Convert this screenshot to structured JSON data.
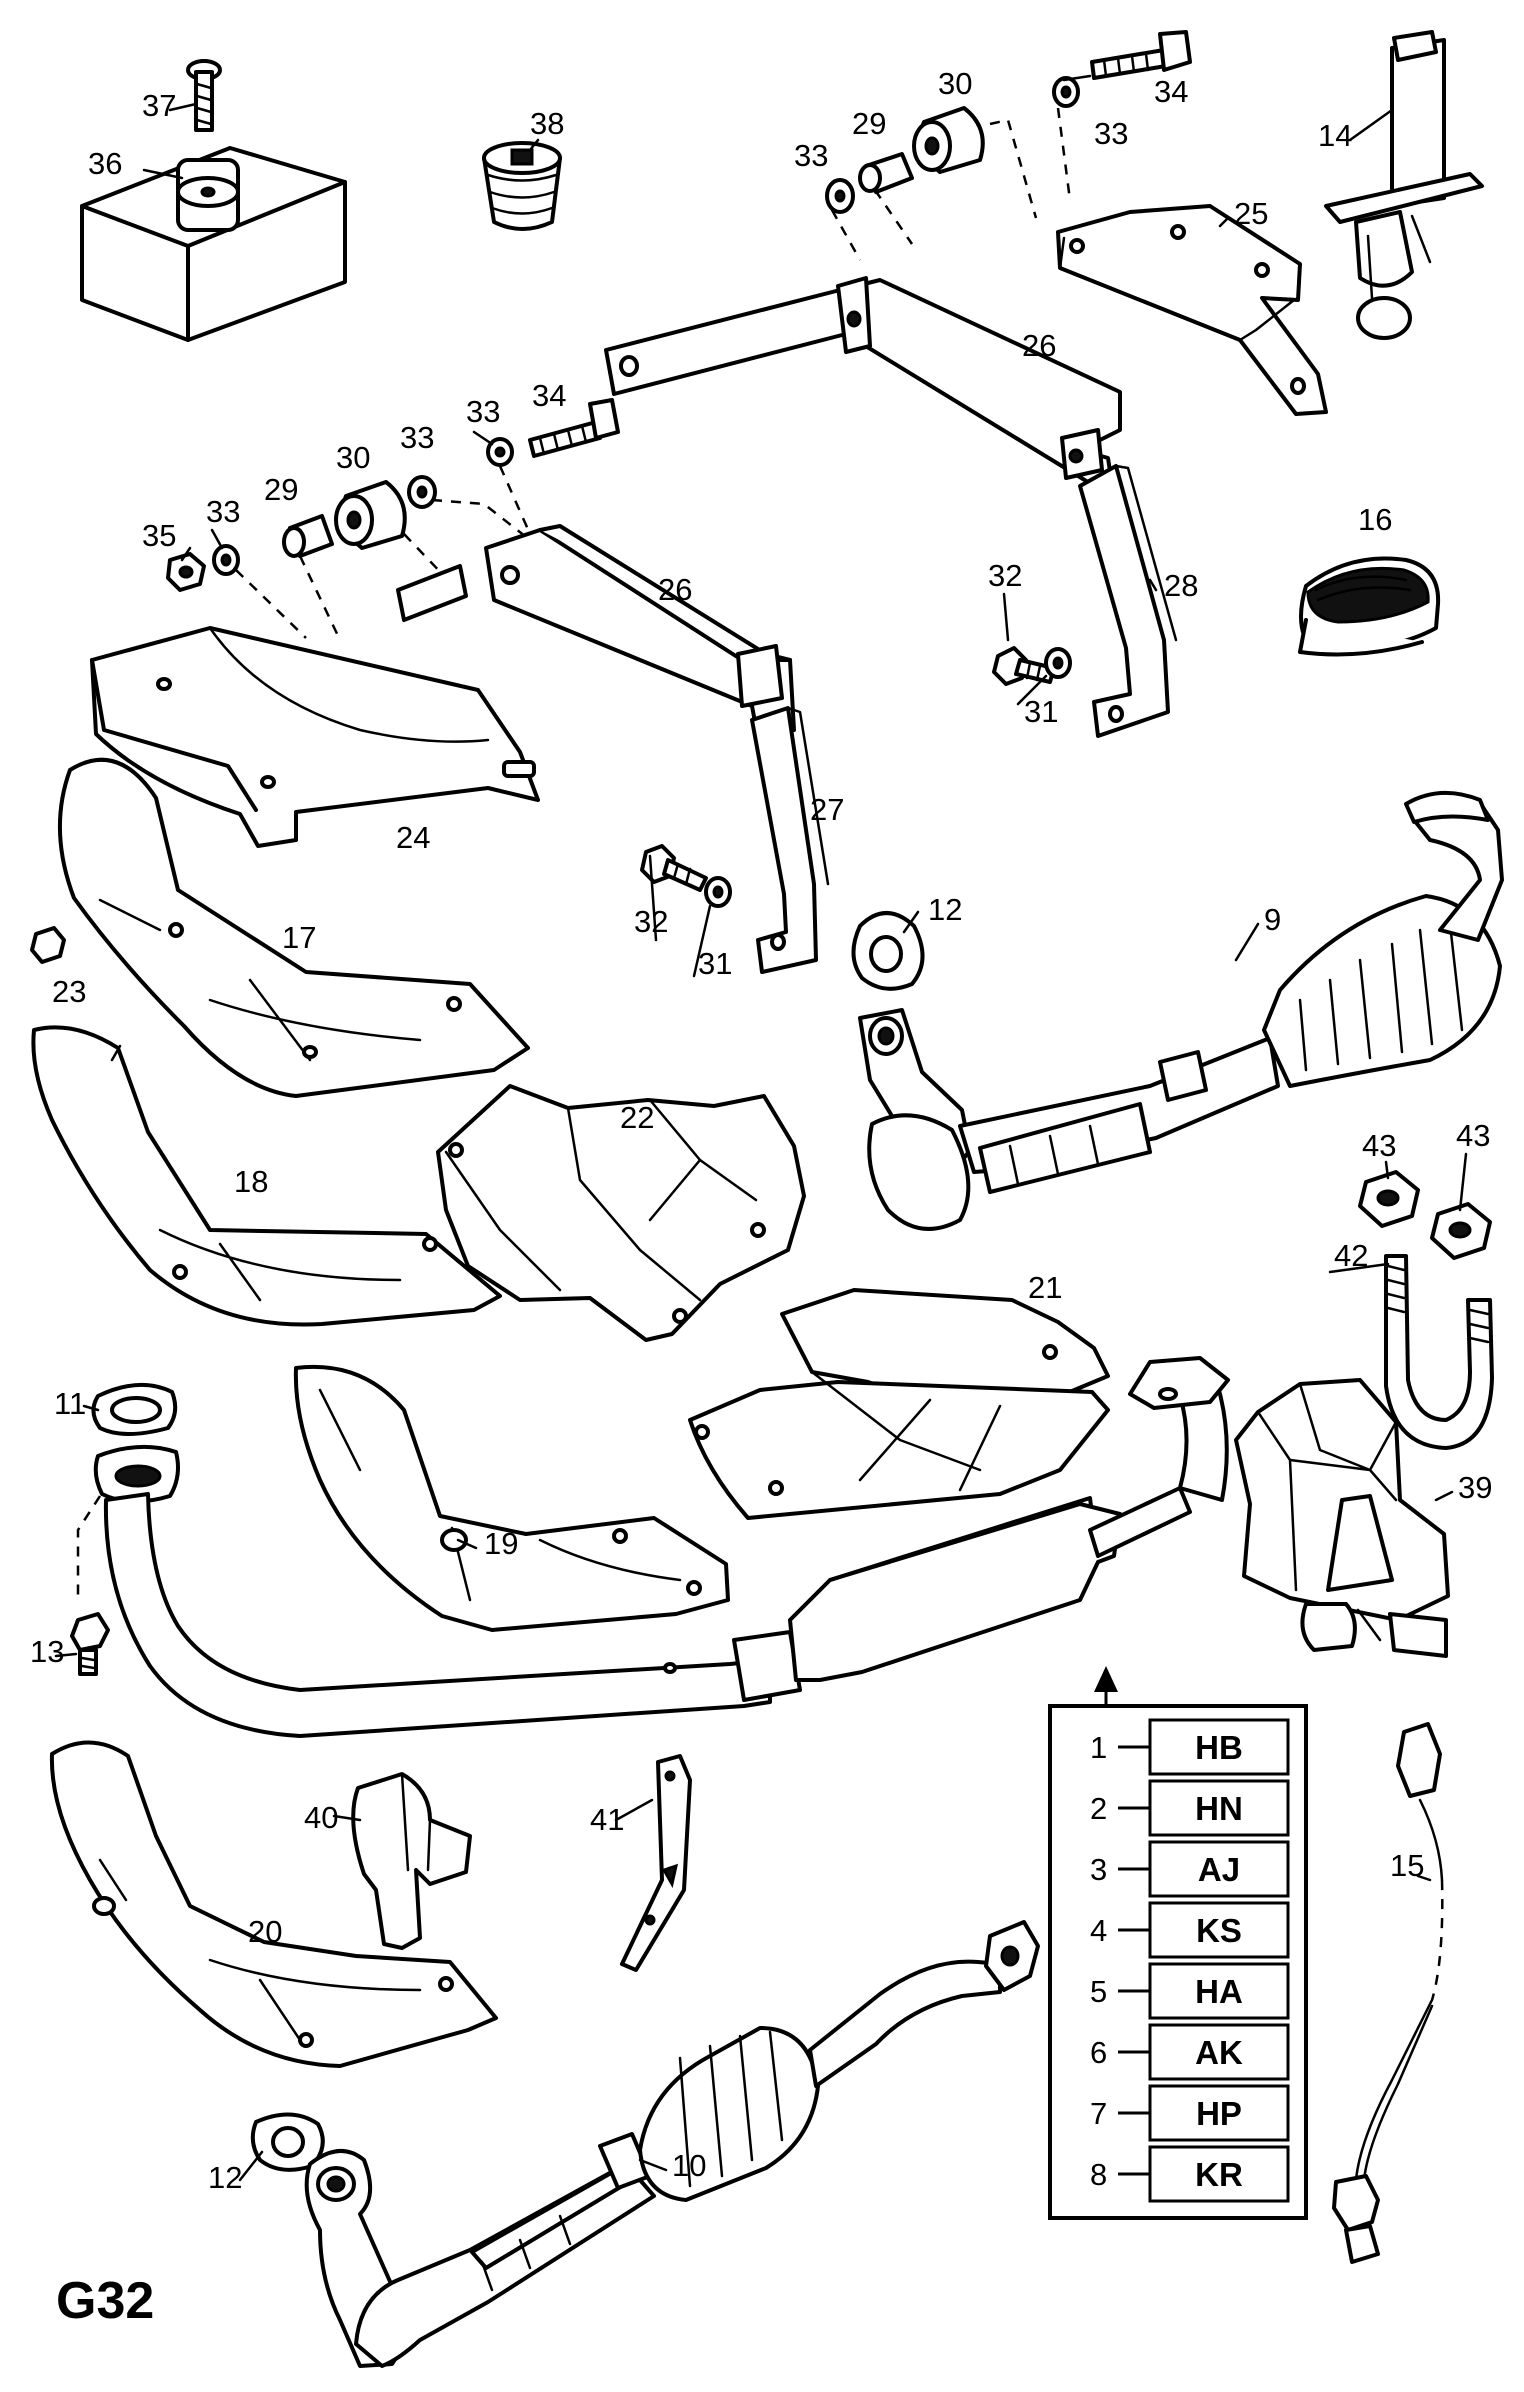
{
  "figure_id": "G32",
  "callouts": {
    "c37": "37",
    "c36": "36",
    "c38": "38",
    "c30a": "30",
    "c34a": "34",
    "c29a": "29",
    "c33a": "33",
    "c33b": "33",
    "c14": "14",
    "c25": "25",
    "c26a": "26",
    "c33c": "33",
    "c34b": "34",
    "c30b": "30",
    "c33d": "33",
    "c33e": "33",
    "c29b": "29",
    "c35": "35",
    "c16": "16",
    "c26b": "26",
    "c32a": "32",
    "c28": "28",
    "c31a": "31",
    "c24": "24",
    "c27": "27",
    "c17": "17",
    "c23": "23",
    "c12a": "12",
    "c9": "9",
    "c32b": "32",
    "c31b": "31",
    "c22": "22",
    "c18": "18",
    "c43a": "43",
    "c43b": "43",
    "c42": "42",
    "c21": "21",
    "c11": "11",
    "c39": "39",
    "c19": "19",
    "c13": "13",
    "c40": "40",
    "c41": "41",
    "c15": "15",
    "c20": "20",
    "c12b": "12",
    "c10": "10"
  },
  "variant_table": [
    {
      "num": "1",
      "code": "HB"
    },
    {
      "num": "2",
      "code": "HN"
    },
    {
      "num": "3",
      "code": "AJ"
    },
    {
      "num": "4",
      "code": "KS"
    },
    {
      "num": "5",
      "code": "HA"
    },
    {
      "num": "6",
      "code": "AK"
    },
    {
      "num": "7",
      "code": "HP"
    },
    {
      "num": "8",
      "code": "KR"
    }
  ]
}
